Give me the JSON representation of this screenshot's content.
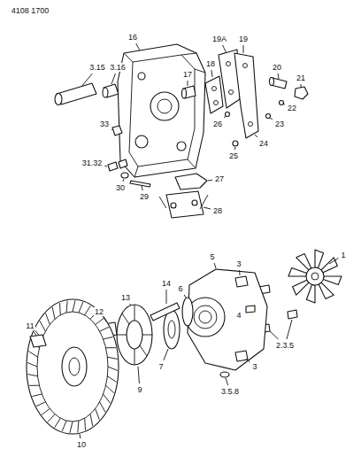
{
  "diagram": {
    "labels": [
      "4108 1700",
      "3.15",
      "3.16",
      "16",
      "19A",
      "19",
      "20",
      "21",
      "17",
      "18",
      "22",
      "26",
      "23",
      "24",
      "25",
      "33",
      "31.32",
      "30",
      "29",
      "27",
      "28",
      "3",
      "1",
      "5",
      "4",
      "6",
      "2.3.5",
      "14",
      "12",
      "13",
      "11",
      "7",
      "3",
      "3.5.8",
      "9",
      "10"
    ]
  }
}
